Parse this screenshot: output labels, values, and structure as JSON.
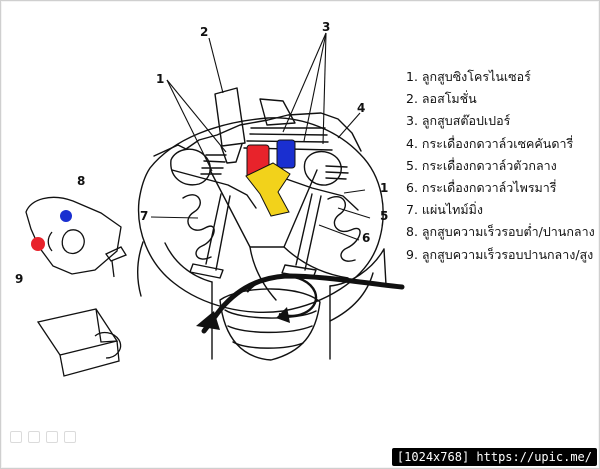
{
  "callouts": [
    "1",
    "1",
    "2",
    "3",
    "4",
    "5",
    "6",
    "7",
    "8",
    "9"
  ],
  "legend": [
    "1. ลูกสูบซิงโครไนเซอร์",
    "2. ลอสโมชั่น",
    "3. ลูกสูบสต๊อปเปอร์",
    "4. กระเดื่องกดวาล์วเซคคันดารี่",
    "5. กระเดื่องกดวาล์วตัวกลาง",
    "6. กระเดื่องกดวาล์วไพรมารี่",
    "7. แผ่นไทม์มิ่ง",
    "8. ลูกสูบความเร็วรอบต่ำ/ปานกลาง",
    "9. ลูกสูบความเร็วรอบปานกลาง/สูง"
  ],
  "watermark": "[1024x768] https://upic.me/",
  "colors": {
    "red": "#e8232b",
    "blue": "#1a2fd0",
    "yellow": "#f2d21b",
    "line": "#111111"
  }
}
